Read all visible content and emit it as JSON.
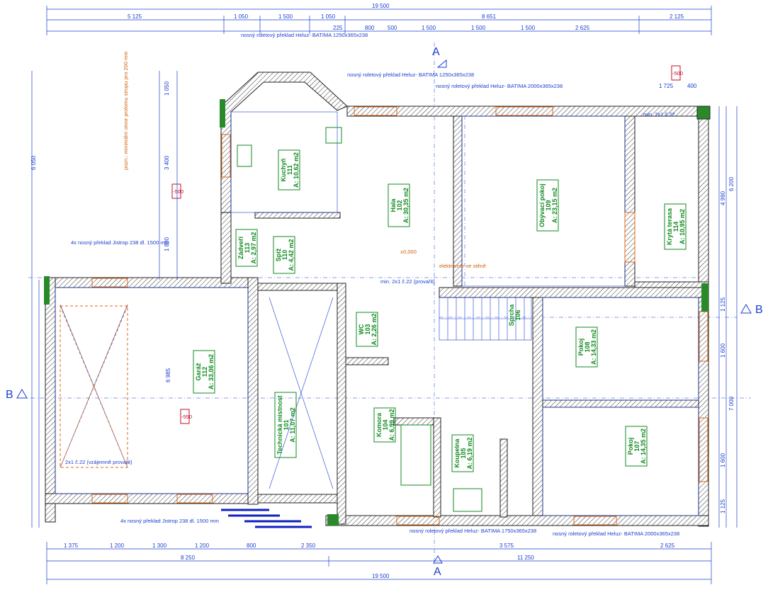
{
  "top_dims_row1": [
    "19 500"
  ],
  "top_dims_row2": [
    "5 125",
    "1 050",
    "1 500",
    "1 050",
    "8 651",
    "2 125"
  ],
  "top_dims_row3": [
    "225",
    "800",
    "500",
    "1 500",
    "1 500",
    "1 500",
    "2 625",
    "1 725",
    "400"
  ],
  "bottom_dims_row1": [
    "1 375",
    "1 200",
    "1 300",
    "1 200",
    "800",
    "2 350",
    "3 575",
    "2 625"
  ],
  "bottom_dims_row2": [
    "8 250",
    "11 250"
  ],
  "bottom_dims_row3": [
    "19 500"
  ],
  "left_dims": [
    "6 050",
    "3 400",
    "1 050",
    "1 800",
    "6 985"
  ],
  "right_dims": [
    "6 200",
    "4 990",
    "7 000",
    "1 125",
    "1 600",
    "1 600",
    "1 125"
  ],
  "section_labels": {
    "a_top": "A",
    "a_bottom": "A",
    "b_left": "B",
    "b_right": "B"
  },
  "rooms": [
    {
      "id": "111",
      "name": "Kuchyň",
      "area": "A: 10,62 m2"
    },
    {
      "id": "102",
      "name": "Hala",
      "area": "A: 30,35 m2"
    },
    {
      "id": "109",
      "name": "Obývací pokoj",
      "area": "A: 23,15 m2"
    },
    {
      "id": "114",
      "name": "Krytá terasa",
      "area": "A: 10,95 m2"
    },
    {
      "id": "113",
      "name": "Zádveří",
      "area": "A: 2,97 m2"
    },
    {
      "id": "110",
      "name": "Spíž",
      "area": "A: 4,42 m2"
    },
    {
      "id": "112",
      "name": "Garáž",
      "area": "A: 33,06 m2"
    },
    {
      "id": "101",
      "name": "Technická místnost",
      "area": "A: 11,07 m2"
    },
    {
      "id": "103",
      "name": "WC",
      "area": "A: 2,26 m2"
    },
    {
      "id": "104",
      "name": "Komora",
      "area": "A: 6,99 m2"
    },
    {
      "id": "105",
      "name": "Koupelna",
      "area": "A: 6,19 m2"
    },
    {
      "id": "106",
      "name": "Sprcha",
      "area": ""
    },
    {
      "id": "108",
      "name": "Pokoj",
      "area": "A: 14,33 m2"
    },
    {
      "id": "107",
      "name": "Pokoj",
      "area": "A: 14,35 m2"
    }
  ],
  "notes": {
    "lintel_top_left": "nosný roletový překlad Heluz- BATIMA 1250x365x238",
    "lintel_top_mid": "nosný roletový překlad Heluz- BATIMA 1250x365x238",
    "lintel_top_right": "nosný roletový překlad Heluz- BATIMA 2000x365x238",
    "lintel_left": "4x nosný překlad Jistrop 238 dl. 1500 mm",
    "lintel_bottom_left": "4x nosný překlad Jistrop 238 dl. 1500 mm",
    "lintel_bottom_mid": "nosný roletový překlad Heluz- BATIMA 1750x365x238",
    "lintel_bottom_right": "nosný roletový překlad Heluz- BATIMA 2000x365x238",
    "chimney_size": "min. 2x1 č.22 (provařit)",
    "chimney_top_right": "min. 2x1 č.22",
    "garage_note": "2x1 č.22 (vzájemně provařit)",
    "elec_meter": "elektroměr ve stěně",
    "floor_hatch": "pozn.: minimální otvor prolomu stropu pro 200 mm",
    "red_tag_1": "-500",
    "red_tag_2": "-500",
    "red_tag_3": "-550",
    "level": "±0,000"
  }
}
